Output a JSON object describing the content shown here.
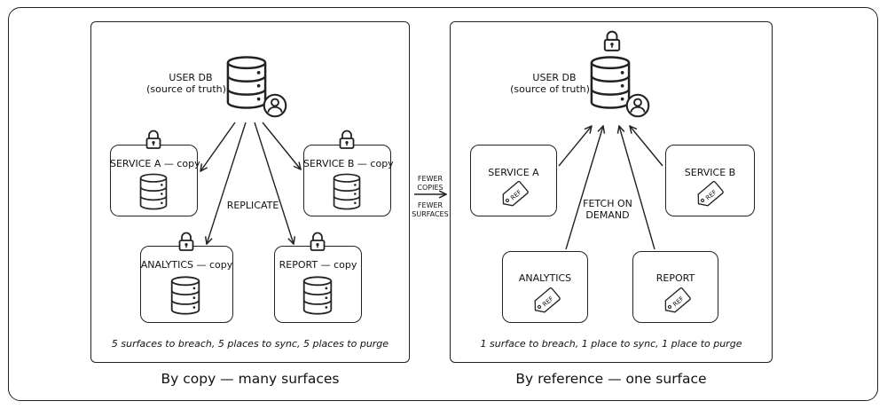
{
  "left": {
    "caption": "By copy — many surfaces",
    "footer": "5 surfaces to breach, 5 places to sync, 5 places to purge",
    "db_label": "USER DB",
    "db_sub": "(source of truth)",
    "edge_label": "REPLICATE",
    "nodes": {
      "service_a": "SERVICE A — copy",
      "service_b": "SERVICE B — copy",
      "analytics": "ANALYTICS — copy",
      "report": "REPORT — copy"
    }
  },
  "middle": {
    "line1": "FEWER",
    "line2": "COPIES",
    "line3": "FEWER",
    "line4": "SURFACES"
  },
  "right": {
    "caption": "By reference — one surface",
    "footer": "1 surface to breach, 1 place to sync, 1 place to purge",
    "db_label": "USER DB",
    "db_sub": "(source of truth)",
    "edge_label_1": "FETCH ON",
    "edge_label_2": "DEMAND",
    "ref_tag": "REF",
    "nodes": {
      "service_a": "SERVICE A",
      "service_b": "SERVICE B",
      "analytics": "ANALYTICS",
      "report": "REPORT"
    }
  }
}
